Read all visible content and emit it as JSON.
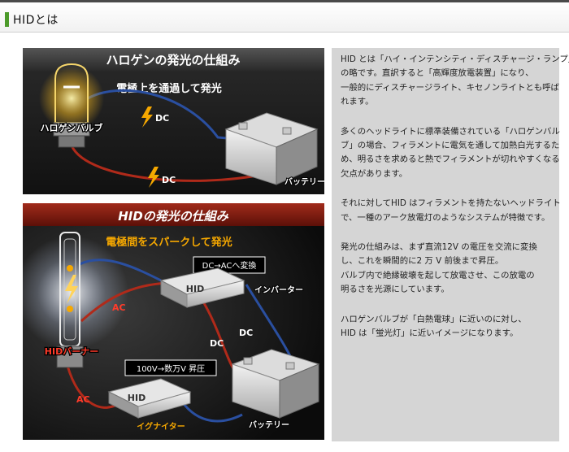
{
  "section": {
    "title": "HIDとは"
  },
  "halogen_diagram": {
    "title": "ハロゲンの発光の仕組み",
    "subtitle": "電極上を通過して発光",
    "bulb_label": "ハロゲンバルブ",
    "current_label_top": "DC",
    "current_label_bottom": "DC",
    "battery_label": "バッテリー"
  },
  "hid_diagram": {
    "title": "HIDの発光の仕組み",
    "subtitle": "電極間をスパークして発光",
    "inverter_box": "DC→ACへ変換",
    "inverter_device": "HID",
    "inverter_label": "インバーター",
    "ac_label_1": "AC",
    "dc_label_1": "DC",
    "dc_label_2": "DC",
    "burner_label": "HIDバーナー",
    "igniter_box": "100V→数万V 昇圧",
    "igniter_device": "HID",
    "ac_label_2": "AC",
    "igniter_label": "イグナイター",
    "battery_label": "バッテリー"
  },
  "description": {
    "p1": [
      "HID とは「ハイ・インテンシティ・ディスチャージ・ランプ」",
      "の略です。直訳すると「高輝度放電装置」になり、",
      "一般的にディスチャージライト、キセノンライトとも呼ば",
      "れます。"
    ],
    "p2": [
      "多くのヘッドライトに標準装備されている「ハロゲンバル",
      "ブ」の場合、フィラメントに電気を通して加熱白光するた",
      "め、明るさを求めると熱でフィラメントが切れやすくなる",
      "欠点があります。"
    ],
    "p3": [
      "それに対してHID はフィラメントを持たないヘッドライト",
      "で、一種のアーク放電灯のようなシステムが特徴です。"
    ],
    "p4": [
      "発光の仕組みは、まず直流12V の電圧を交流に変換",
      "し、これを瞬間的に2 万 V 前後まで昇圧。",
      "バルブ内で絶縁破壊を起して放電させ、この放電の",
      "明るさを光源にしています。"
    ],
    "p5": [
      "ハロゲンバルブが「白熱電球」に近いのに対し、",
      "HID は「蛍光灯」に近いイメージになります。"
    ]
  }
}
